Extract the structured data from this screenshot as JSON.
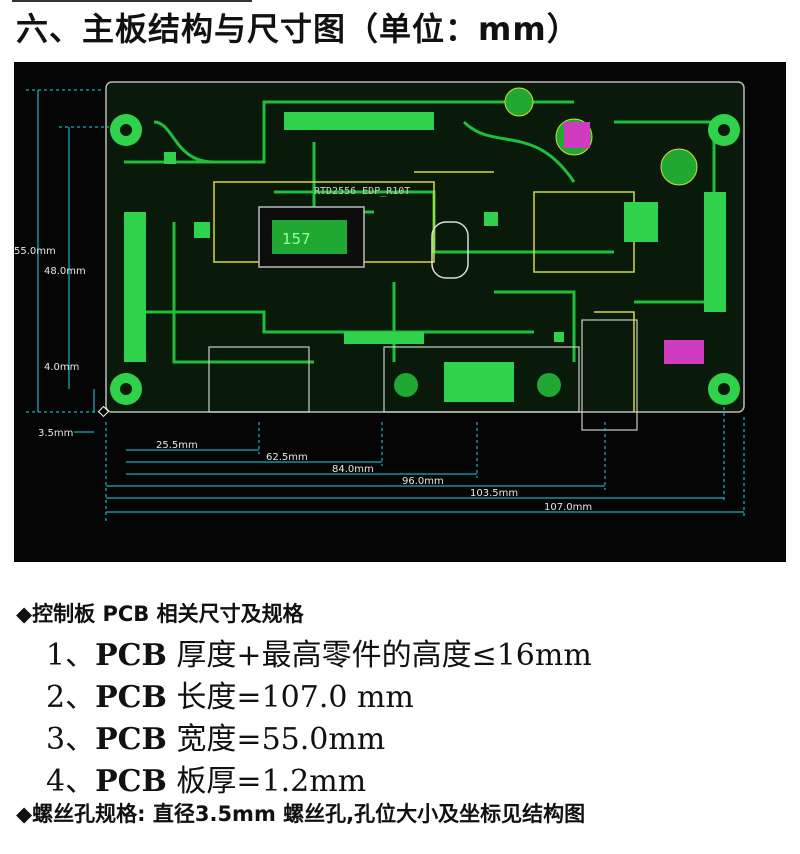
{
  "title": "六、主板结构与尺寸图（单位：mm）",
  "drawing": {
    "chip_label": "157",
    "silk_label": "RTD2556 EDP_R10T",
    "vertical_dims": [
      "55.0mm",
      "48.0mm",
      "4.0mm"
    ],
    "hole_dim": "3.5mm",
    "horizontal_dims": [
      "25.5mm",
      "62.5mm",
      "84.0mm",
      "96.0mm",
      "103.5mm",
      "107.0mm"
    ]
  },
  "specs": {
    "heading": "◆控制板 PCB 相关尺寸及规格",
    "items": [
      {
        "num": "1、",
        "bold": "PCB",
        "text": " 厚度+最高零件的高度≤16mm"
      },
      {
        "num": "2、",
        "bold": "PCB",
        "text": " 长度=107.0 mm"
      },
      {
        "num": "3、",
        "bold": "PCB",
        "text": " 宽度=55.0mm"
      },
      {
        "num": "4、",
        "bold": "PCB",
        "text": " 板厚=1.2mm"
      }
    ],
    "screw_note": "◆螺丝孔规格: 直径3.5mm 螺丝孔,孔位大小及坐标见结构图"
  }
}
